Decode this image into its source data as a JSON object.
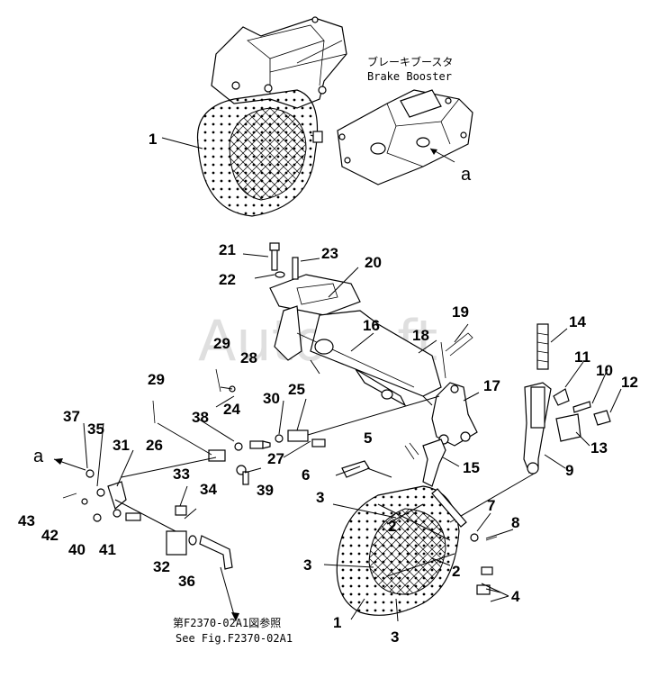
{
  "watermark": "AutoSoft",
  "booster_caption": {
    "jp": "ブレーキブースタ",
    "en": "Brake Booster"
  },
  "see_caption": {
    "jp": "第F2370-02A1図参照",
    "en": "See Fig.F2370-02A1"
  },
  "view_letter": "a",
  "part_numbers": [
    "1",
    "2",
    "3",
    "4",
    "5",
    "6",
    "7",
    "8",
    "9",
    "10",
    "11",
    "12",
    "13",
    "14",
    "15",
    "16",
    "17",
    "18",
    "19",
    "20",
    "21",
    "22",
    "23",
    "24",
    "25",
    "26",
    "27",
    "28",
    "29",
    "30",
    "31",
    "32",
    "33",
    "34",
    "35",
    "36",
    "37",
    "38",
    "39",
    "40",
    "41",
    "42",
    "43"
  ]
}
